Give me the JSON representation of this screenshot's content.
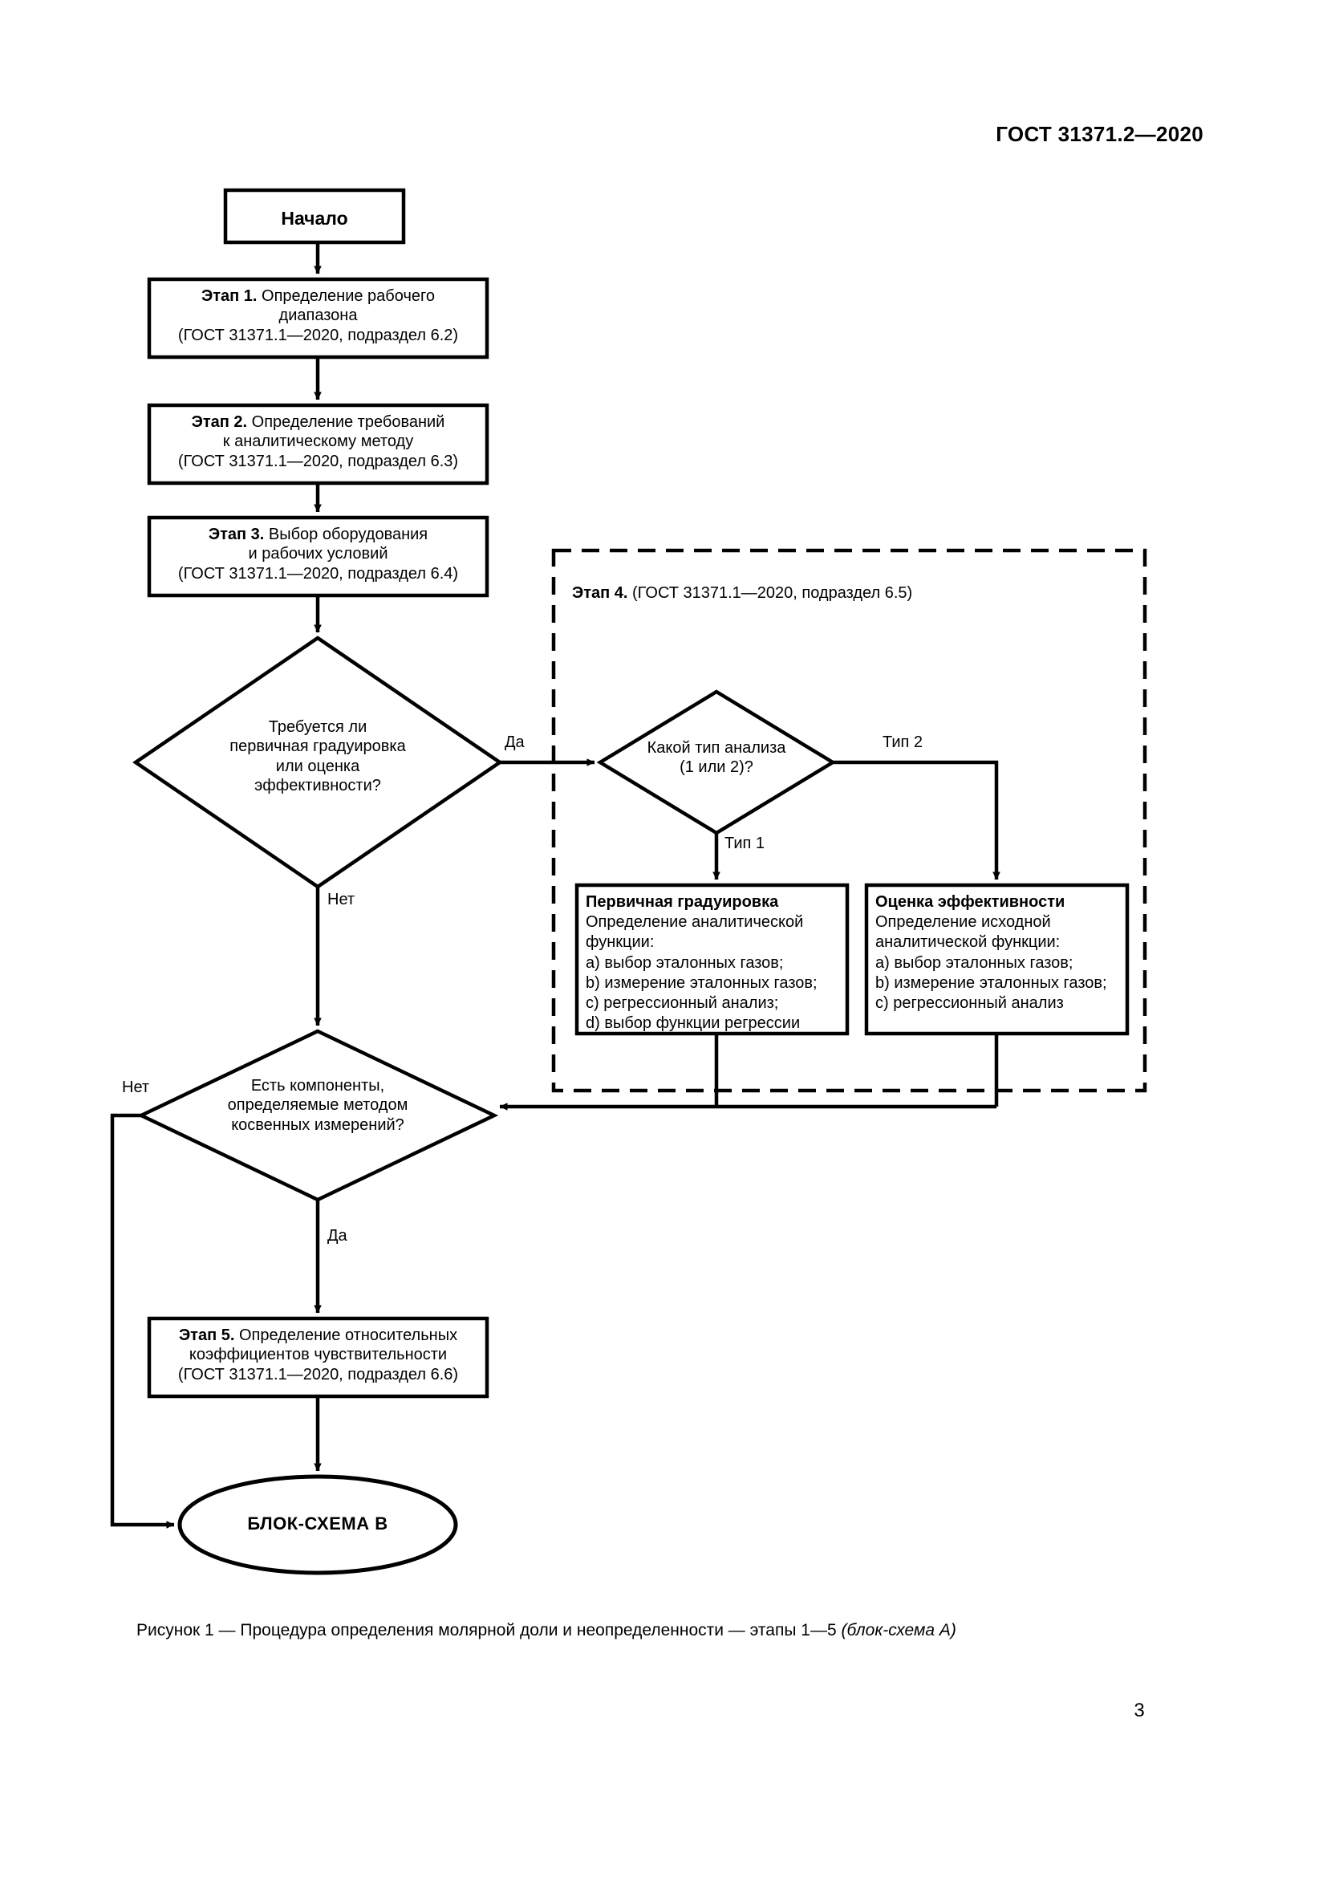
{
  "document": {
    "header": "ГОСТ 31371.2—2020",
    "page_number": "3"
  },
  "figure": {
    "caption_main": "Рисунок 1 — Процедура определения молярной доли и неопределенности — этапы 1—5 ",
    "caption_italic": "(блок-схема А)"
  },
  "flowchart": {
    "start": {
      "label": "Начало"
    },
    "stage1": {
      "title": "Этап 1.",
      "line1": " Определение рабочего",
      "line2": "диапазона",
      "line3": "(ГОСТ 31371.1—2020, подраздел 6.2)"
    },
    "stage2": {
      "title": "Этап 2.",
      "line1": " Определение требований",
      "line2": "к аналитическому методу",
      "line3": "(ГОСТ 31371.1—2020, подраздел 6.3)"
    },
    "stage3": {
      "title": "Этап 3.",
      "line1": " Выбор оборудования",
      "line2": "и рабочих условий",
      "line3": "(ГОСТ 31371.1—2020, подраздел 6.4)"
    },
    "stage4_group": {
      "title": "Этап 4.",
      "reference": " (ГОСТ 31371.1—2020, подраздел 6.5)"
    },
    "stage5": {
      "title": "Этап 5.",
      "line1": " Определение относительных",
      "line2": "коэффициентов чувствительности",
      "line3": "(ГОСТ 31371.1—2020, подраздел 6.6)"
    },
    "decision1": {
      "line1": "Требуется ли",
      "line2": "первичная градуировка",
      "line3": "или оценка",
      "line4": "эффективности?",
      "branch_yes": "Да",
      "branch_no": "Нет"
    },
    "decision2": {
      "line1": "Какой тип анализа",
      "line2": "(1 или 2)?",
      "branch_type1": "Тип 1",
      "branch_type2": "Тип 2"
    },
    "decision3": {
      "line1": "Есть компоненты,",
      "line2": "определяемые методом",
      "line3": "косвенных измерений?",
      "branch_yes": "Да",
      "branch_no": "Нет"
    },
    "calibration_box": {
      "title": "Первичная градуировка",
      "line1": "Определение аналитической",
      "line2": "функции:",
      "item_a": "a) выбор эталонных газов;",
      "item_b": "b) измерение эталонных газов;",
      "item_c": "c) регрессионный анализ;",
      "item_d": "d) выбор функции регрессии"
    },
    "performance_box": {
      "title": "Оценка эффективности",
      "line1": "Определение исходной",
      "line2": "аналитической функции:",
      "item_a": "a) выбор эталонных газов;",
      "item_b": "b) измерение эталонных газов;",
      "item_c": "c) регрессионный анализ"
    },
    "terminal": {
      "label": "БЛОК-СХЕМА В"
    }
  }
}
